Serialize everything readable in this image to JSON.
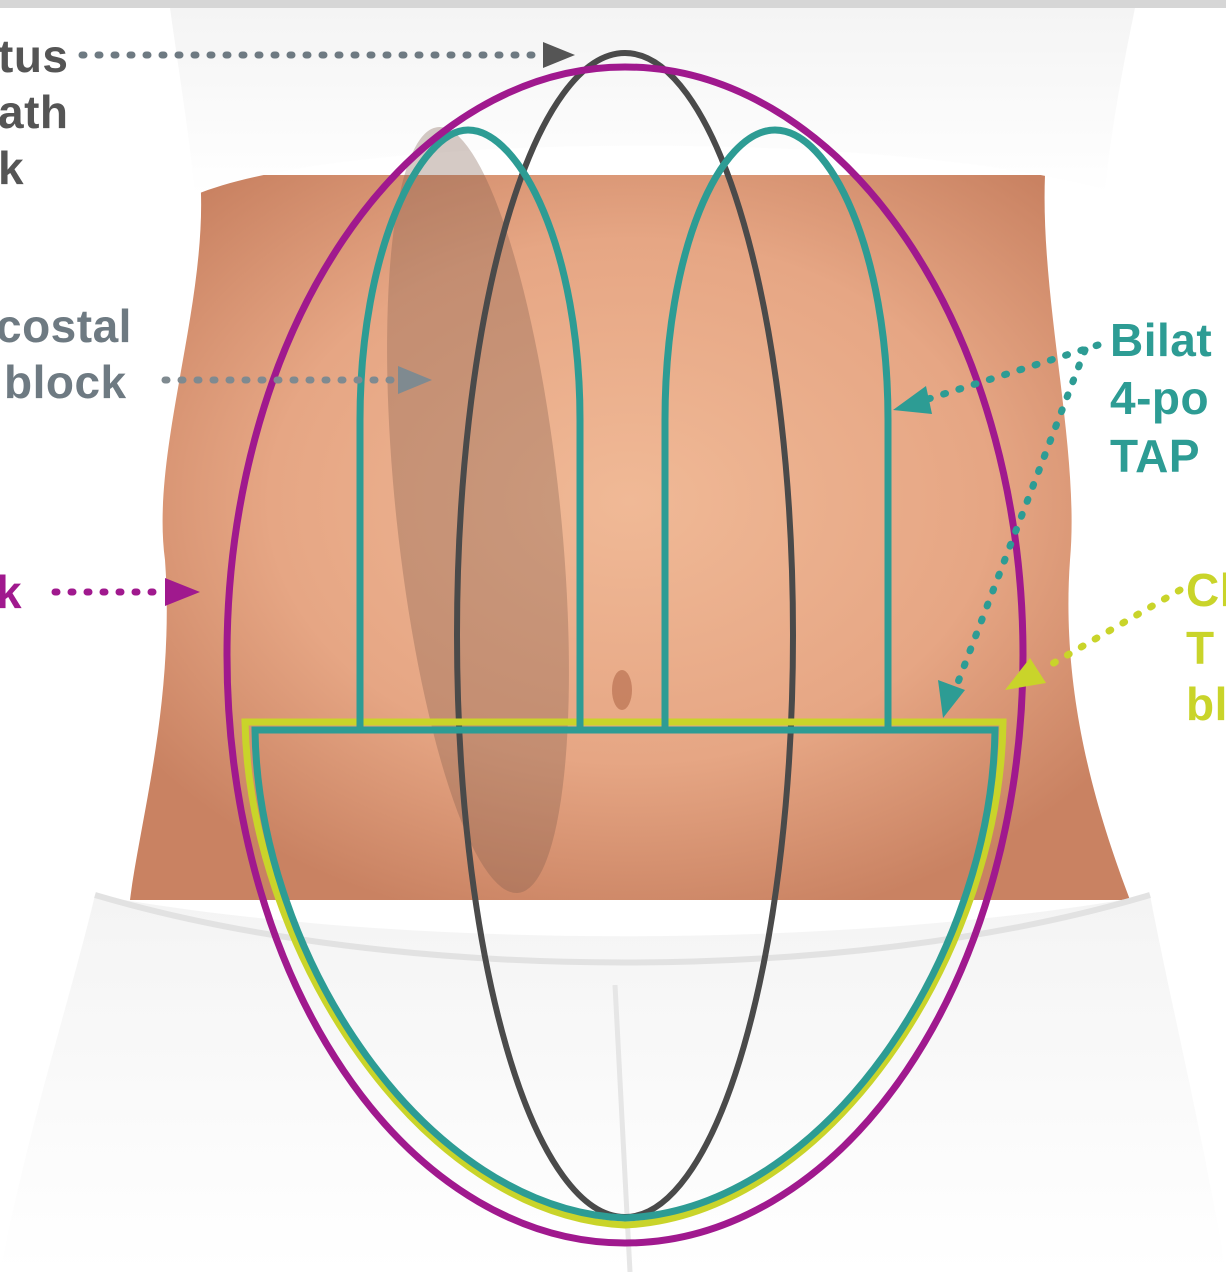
{
  "colors": {
    "background": "#ffffff",
    "skin": "#e6a684",
    "rectus_sheath": "#4a4a4a",
    "subcostal": "#6e7a82",
    "quadratus_lumborum": "#a0198e",
    "tap_4_point": "#2d9c94",
    "classic_tap": "#c9d42a"
  },
  "labels": {
    "rectus_sheath": {
      "line1": "tus",
      "line2": "ath",
      "line3": "k"
    },
    "subcostal": {
      "line1": "costal",
      "line2": "block"
    },
    "quadratus": {
      "line1": "k"
    },
    "tap_4_point": {
      "line1": "Bilat",
      "line2": "4-po",
      "line3": "TAP"
    },
    "classic_tap": {
      "line1": "Cl",
      "line2": "T",
      "line3": "bl"
    }
  }
}
